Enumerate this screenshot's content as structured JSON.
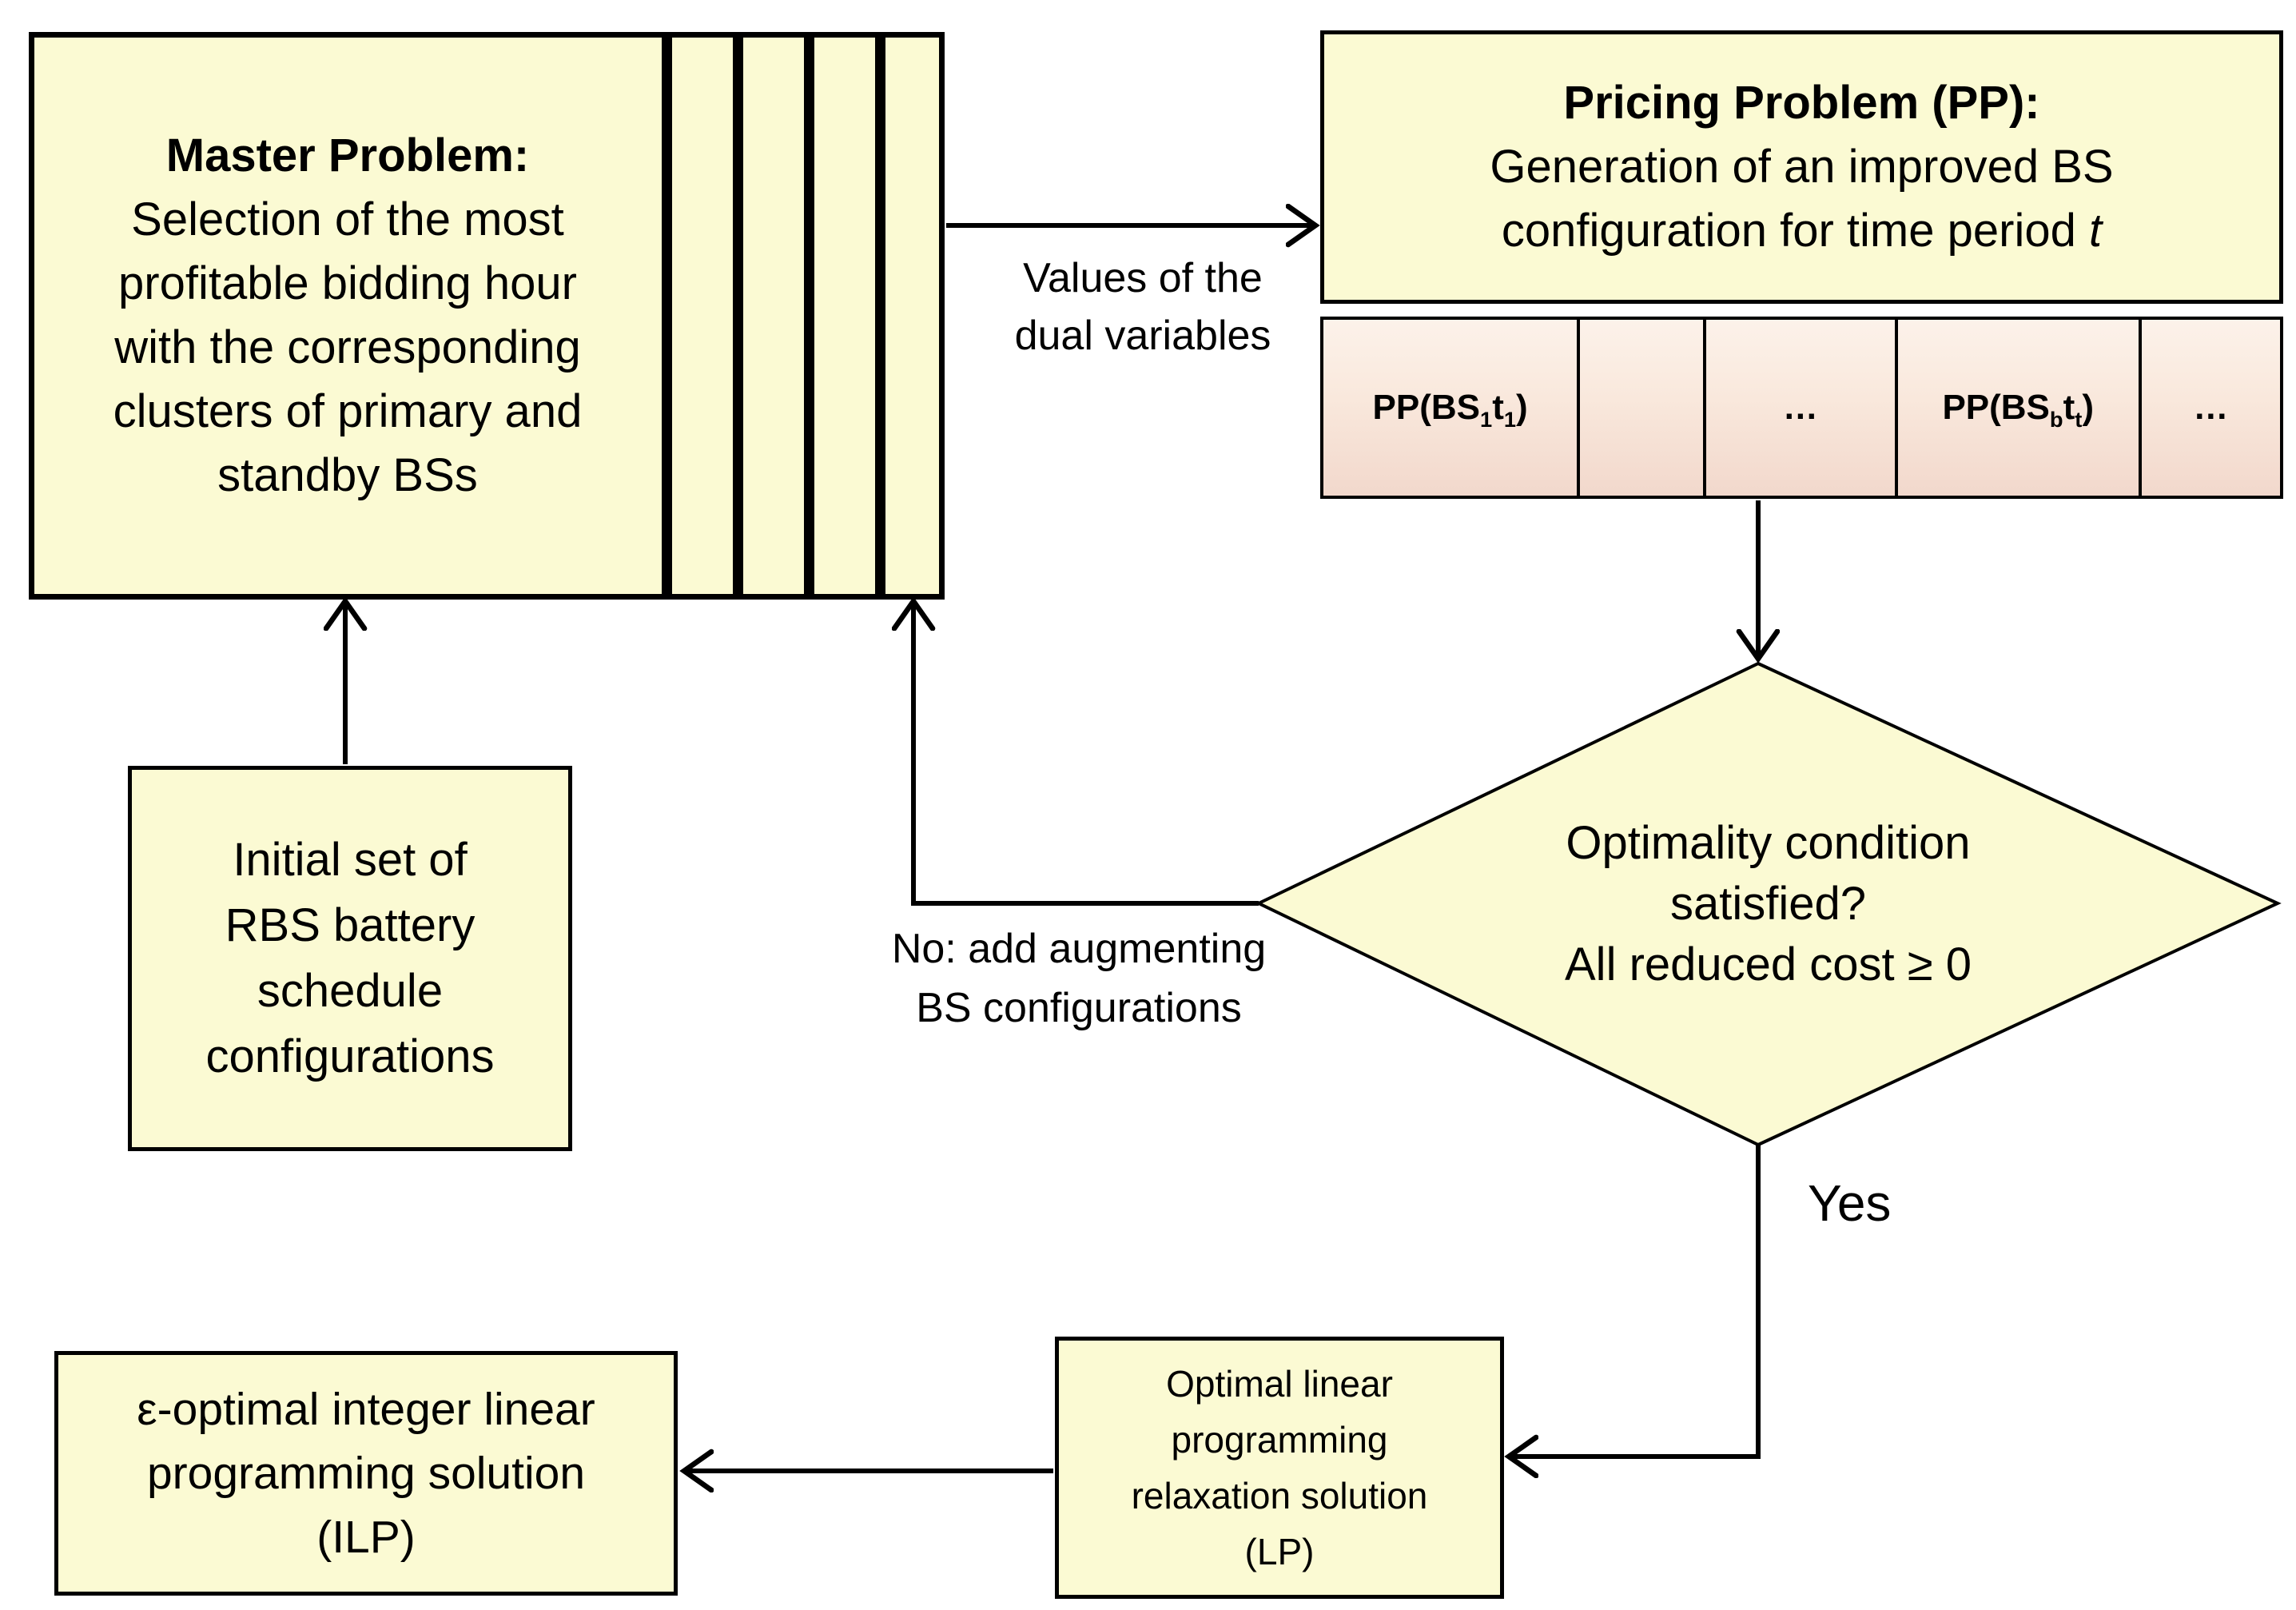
{
  "colors": {
    "box_fill": "#fbfad3",
    "pp_cell_top": "#fcf2ea",
    "pp_cell_bottom": "#f2d8cc",
    "line": "#000000"
  },
  "master_box": {
    "title": "Master Problem:",
    "lines": [
      "Selection of the most",
      "profitable bidding hour",
      "with the corresponding",
      "clusters of primary and",
      "standby BSs"
    ]
  },
  "values_label": {
    "line1": "Values of the",
    "line2": "dual variables"
  },
  "pricing_box": {
    "title": "Pricing Problem (PP):",
    "line2": "Generation of an improved BS",
    "line3_text": "configuration for time period ",
    "line3_var": "t"
  },
  "pp_row": {
    "cell1": {
      "pre": "PP(BS",
      "sub1": "1",
      "mid": "t",
      "sub2": "1",
      "post": ")"
    },
    "cell3": "…",
    "cell4": {
      "pre": "PP(BS",
      "sub1": "b",
      "mid": "t",
      "sub2": "t",
      "post": ")"
    },
    "cell5": "…"
  },
  "decision": {
    "line1": "Optimality condition",
    "line2": "satisfied?",
    "line3": "All reduced cost ≥ 0"
  },
  "no_label": {
    "line1": "No: add augmenting",
    "line2": "BS configurations"
  },
  "yes_label": "Yes",
  "initial_box": {
    "lines": [
      "Initial set of",
      "RBS battery",
      "schedule",
      "configurations"
    ]
  },
  "lp_box": {
    "lines": [
      "Optimal linear",
      "programming",
      "relaxation solution",
      "(LP)"
    ]
  },
  "ilp_box": {
    "lines": [
      "ε-optimal integer linear",
      "programming solution",
      "(ILP)"
    ]
  }
}
